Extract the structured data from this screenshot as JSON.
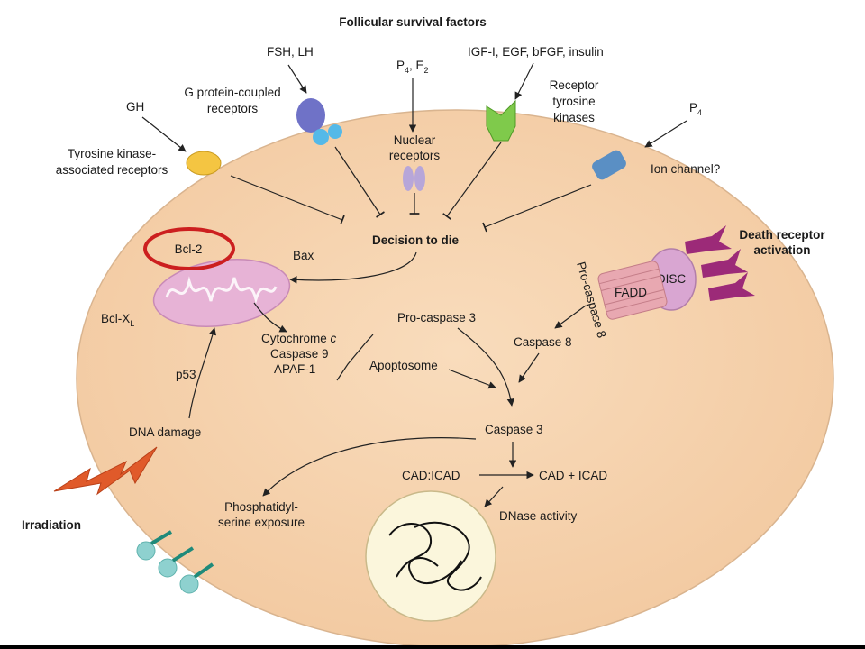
{
  "diagram": {
    "title": "Follicular survival factors",
    "colors": {
      "cell_fill": "#f6d3ad",
      "cell_edge": "#d9b48f",
      "mito": "#e7b3d6",
      "gpcr": "#6f72c7",
      "gpcr_sub": "#55b9e8",
      "tyrosine_kinase": "#f4c542",
      "rtk": "#7fca4b",
      "ion_channel": "#5a8fc4",
      "nuclear": "#b7a6d9",
      "fadd": "#e8a8b1",
      "disc": "#d9a6d2",
      "death_receptor": "#9c2a78",
      "highlight": "#cc1f1f",
      "nucleus_fill": "#fbf6dc",
      "lightning": "#e05a2a",
      "ps_head": "#8ed1cf",
      "ps_tail": "#1f8a7a"
    },
    "labels": {
      "fsh_lh": "FSH, LH",
      "p4_e2_p": "P",
      "p4_e2_p4sub": "4",
      "p4_e2_e": ", E",
      "p4_e2_e2sub": "2",
      "igf": "IGF-I, EGF, bFGF, insulin",
      "gh": "GH",
      "gpcr_line1": "G protein-coupled",
      "gpcr_line2": "receptors",
      "rtk_line1": "Receptor",
      "rtk_line2": "tyrosine",
      "rtk_line3": "kinases",
      "p4_right": "P",
      "p4_right_sub": "4",
      "tka_line1": "Tyrosine kinase-",
      "tka_line2": "associated receptors",
      "nuclear_line1": "Nuclear",
      "nuclear_line2": "receptors",
      "ion_channel": "Ion channel?",
      "decision": "Decision to die",
      "death_receptor_line1": "Death receptor",
      "death_receptor_line2": "activation",
      "bcl2": "Bcl-2",
      "bax": "Bax",
      "disc": "DISC",
      "fadd": "FADD",
      "pro_caspase_8": "Pro-caspase 8",
      "bclxl": "Bcl-X",
      "bclxl_sub": "L",
      "pro_caspase_3": "Pro-caspase 3",
      "caspase_8": "Caspase 8",
      "cytochrome": "Cytochrome ",
      "cytochrome_c": "c",
      "caspase_9": "Caspase 9",
      "apaf1": "APAF-1",
      "apoptosome": "Apoptosome",
      "p53": "p53",
      "dna_damage": "DNA damage",
      "caspase_3": "Caspase 3",
      "cad_icad": "CAD:ICAD",
      "cad_plus_icad": "CAD + ICAD",
      "ps_line1": "Phosphatidyl-",
      "ps_line2": "serine exposure",
      "dnase": "DNase activity",
      "irradiation": "Irradiation"
    }
  }
}
